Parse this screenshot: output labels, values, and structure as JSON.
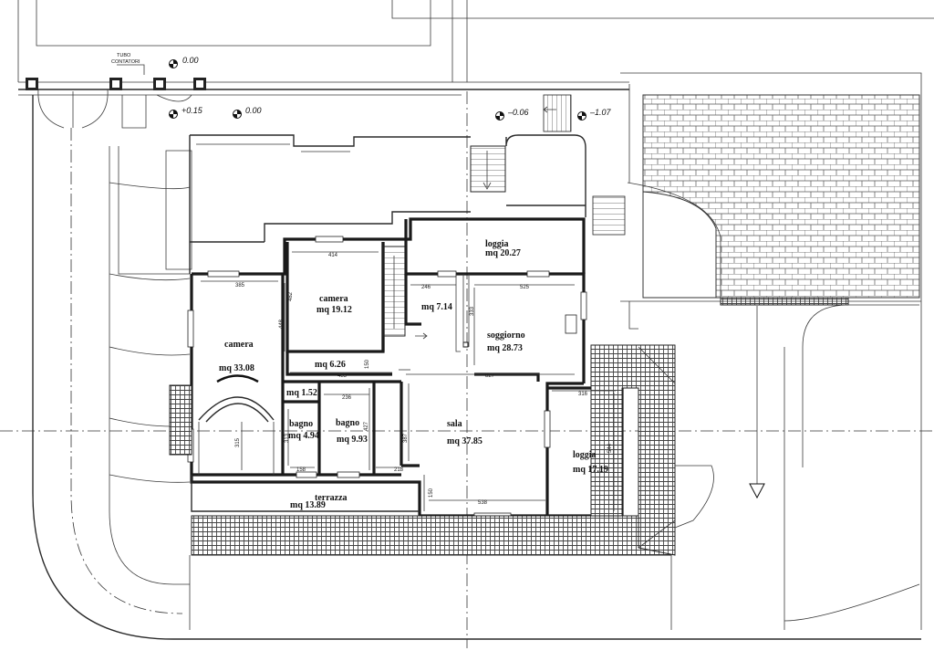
{
  "annotations": {
    "tubo_line1": "TUBO",
    "tubo_line2": "CONTATORI"
  },
  "levels": [
    "0.00",
    "+0.15",
    "0.00",
    "–0.06",
    "–1.07"
  ],
  "rooms": {
    "loggia_top": {
      "name": "loggia",
      "area": "mq 20.27"
    },
    "camera_top": {
      "name": "camera",
      "area": "mq 19.12"
    },
    "camera_left": {
      "name": "camera",
      "area": "mq 33.08"
    },
    "hall_small": {
      "area": "mq 7.14"
    },
    "soggiorno": {
      "name": "soggiorno",
      "area": "mq 28.73"
    },
    "corridor": {
      "area": "mq 6.26"
    },
    "closet": {
      "area": "mq 1.52"
    },
    "bagno_small": {
      "name": "bagno",
      "area": "mq 4.94"
    },
    "bagno": {
      "name": "bagno",
      "area": "mq 9.93"
    },
    "sala": {
      "name": "sala",
      "area": "mq 37.85"
    },
    "loggia_right": {
      "name": "loggia",
      "area": "mq 17.19"
    },
    "terrazza": {
      "name": "terrazza",
      "area": "mq 13.89"
    }
  },
  "dimensions": {
    "d385": "385",
    "d414": "414",
    "d246": "246",
    "d525": "525",
    "d482": "482",
    "d448": "448",
    "d485": "485",
    "d827": "827",
    "d236": "236",
    "d316": "316",
    "d315": "315",
    "d313": "313",
    "d427": "427",
    "d387": "387",
    "d544": "544",
    "d158": "158",
    "d218": "218",
    "d150": "150",
    "d538": "538",
    "d333": "333",
    "d150b": "150"
  }
}
